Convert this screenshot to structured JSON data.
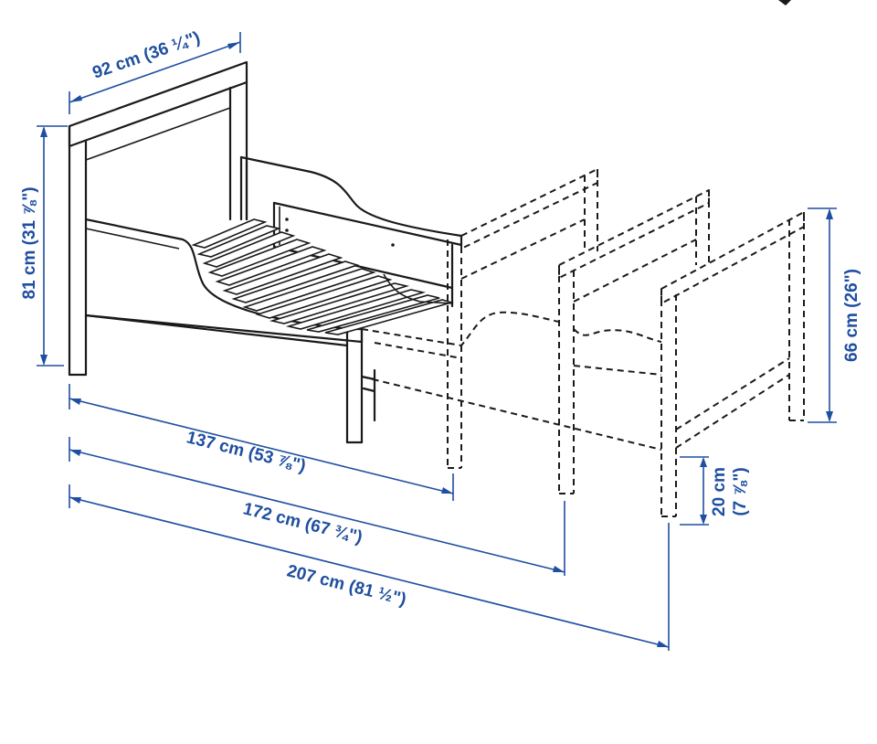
{
  "colors": {
    "dimension": "#1f4fa0",
    "line": "#1a1a1a",
    "background": "#ffffff"
  },
  "dimensions": {
    "width_top": "92 cm (36 ¼\")",
    "height_total": "81 cm (31 ⅞\")",
    "height_side": "66 cm (26\")",
    "length_short": "137 cm (53 ⅞\")",
    "length_mid": "172 cm (67 ¾\")",
    "length_long": "207 cm (81 ½\")",
    "clearance_cm": "20 cm",
    "clearance_in": "(7 ⅞\")"
  },
  "icons": [
    "corner-mark-icon"
  ]
}
